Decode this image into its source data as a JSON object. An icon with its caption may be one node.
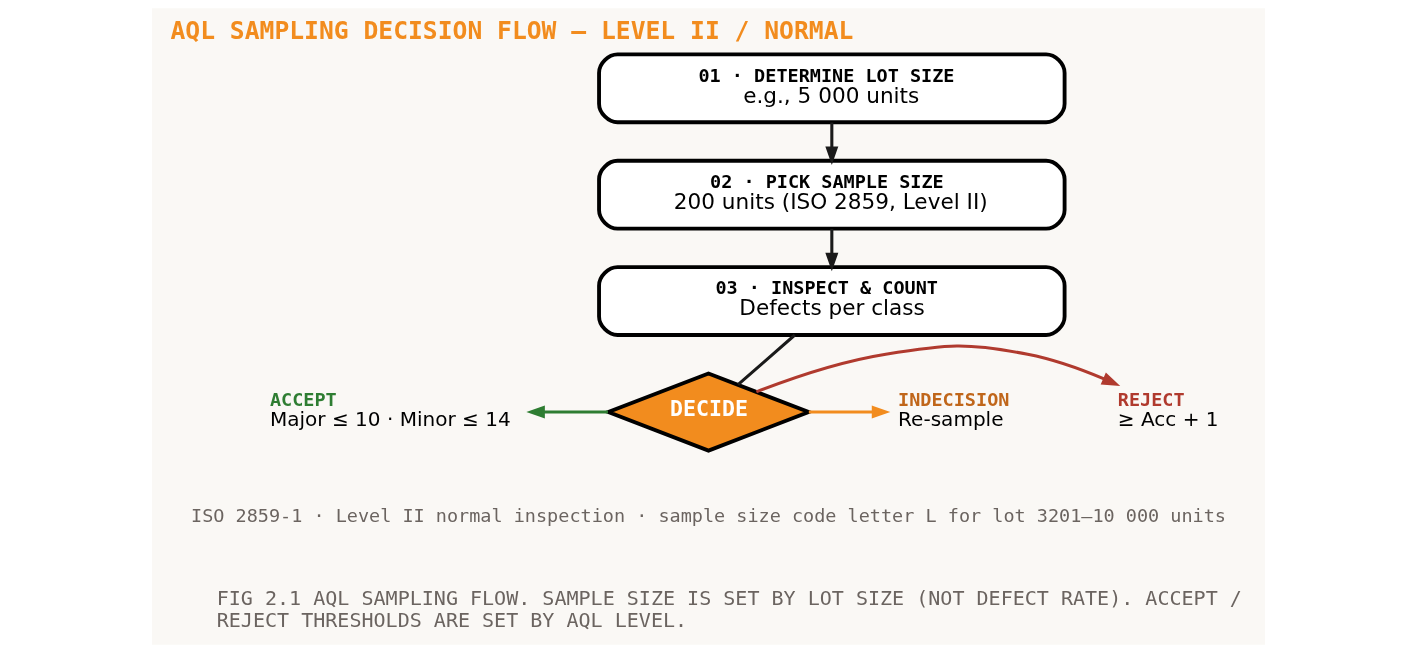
{
  "diagram": {
    "title": "AQL SAMPLING DECISION FLOW — LEVEL II / NORMAL",
    "caption": "FIG 2.1 AQL SAMPLING FLOW. SAMPLE SIZE IS SET BY LOT SIZE (NOT DEFECT RATE). ACCEPT / REJECT THRESHOLDS ARE SET BY AQL LEVEL.",
    "nodes": [
      {
        "text": [
          "01 · DETERMINE LOT SIZE",
          "e.g., 5 000 units"
        ]
      },
      {
        "text": [
          "02 · PICK SAMPLE SIZE",
          "200 units (ISO 2859, Level II)"
        ]
      },
      {
        "text": [
          "03 · INSPECT & COUNT",
          "Defects per class"
        ]
      },
      {
        "text": [
          "DECIDE"
        ]
      },
      {
        "text": [
          "ACCEPT",
          "Major ≤ 10 · Minor ≤ 14"
        ]
      },
      {
        "text": [
          "INDECISION",
          "Re-sample"
        ]
      },
      {
        "text": [
          "REJECT",
          "≥ Acc + 1"
        ]
      }
    ],
    "edges": [
      {
        "from": 0,
        "to": 1,
        "arrow": "to"
      },
      {
        "from": 1,
        "to": 2,
        "arrow": "to"
      },
      {
        "from": 2,
        "to": 3,
        "arrow": "none"
      },
      {
        "from": 3,
        "to": 4,
        "arrow": "to",
        "color": "#2e7d32"
      },
      {
        "from": 3,
        "to": 5,
        "arrow": "to",
        "color": "#f28c1e"
      },
      {
        "from": 3,
        "to": 6,
        "arrow": "to",
        "color": "#b03a2e"
      }
    ],
    "labels": [
      "ISO 2859-1 · Level II normal inspection · sample size code letter L for lot 3201–10 000 units"
    ]
  }
}
